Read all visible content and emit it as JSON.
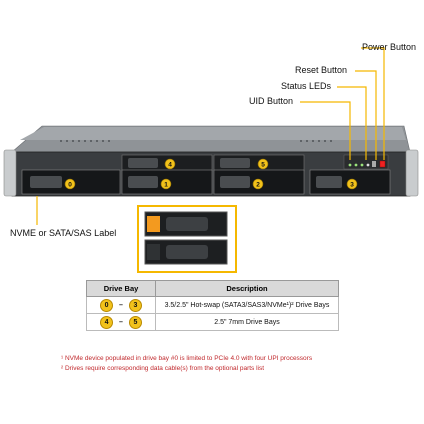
{
  "callouts": {
    "power_button": "Power Button",
    "reset_button": "Reset Button",
    "status_leds": "Status LEDs",
    "uid_button": "UID Button",
    "drive_label": "NVME or SATA/SAS Label"
  },
  "bay_numbers": [
    "0",
    "1",
    "2",
    "3",
    "4",
    "5"
  ],
  "table": {
    "headers": [
      "Drive Bay",
      "Description"
    ],
    "rows": [
      {
        "from": "0",
        "to": "3",
        "dash": "–",
        "description": "3.5/2.5\" Hot-swap (SATA3/SAS3/NVMe¹)² Drive Bays"
      },
      {
        "from": "4",
        "to": "5",
        "dash": "–",
        "description": "2.5\" 7mm Drive Bays"
      }
    ]
  },
  "notes": [
    "¹ NVMe device populated in drive bay #0 is limited to PCIe 4.0 with four UPI processors",
    "² Drives require corresponding data cable(s) from the optional parts list"
  ],
  "colors": {
    "callout_line": "#f5b800",
    "badge": "#f2c21b",
    "note_text": "#c0282c"
  }
}
